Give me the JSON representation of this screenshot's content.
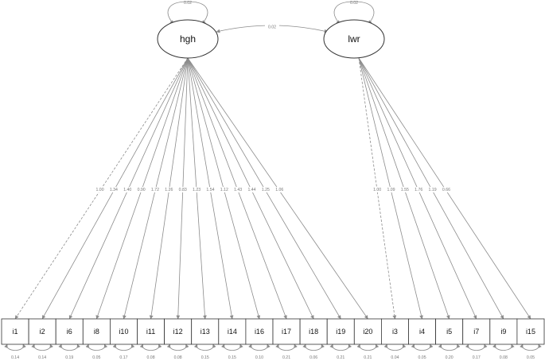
{
  "latents": [
    {
      "id": "hgh",
      "label": "hgh",
      "variance": "0.02"
    },
    {
      "id": "lwr",
      "label": "lwr",
      "variance": "0.02"
    }
  ],
  "covariance": {
    "from": "hgh",
    "to": "lwr",
    "label": "0.02"
  },
  "observed": [
    {
      "label": "i1",
      "factor": "hgh",
      "loading": "1.00",
      "fixed": true,
      "residual": "0.14"
    },
    {
      "label": "i2",
      "factor": "hgh",
      "loading": "1.34",
      "fixed": false,
      "residual": "0.14"
    },
    {
      "label": "i6",
      "factor": "hgh",
      "loading": "1.40",
      "fixed": false,
      "residual": "0.19"
    },
    {
      "label": "i8",
      "factor": "hgh",
      "loading": "0.90",
      "fixed": false,
      "residual": "0.05"
    },
    {
      "label": "i10",
      "factor": "hgh",
      "loading": "1.72",
      "fixed": false,
      "residual": "0.17"
    },
    {
      "label": "i11",
      "factor": "hgh",
      "loading": "1.26",
      "fixed": false,
      "residual": "0.08"
    },
    {
      "label": "i12",
      "factor": "hgh",
      "loading": "0.83",
      "fixed": false,
      "residual": "0.08"
    },
    {
      "label": "i13",
      "factor": "hgh",
      "loading": "1.23",
      "fixed": false,
      "residual": "0.15"
    },
    {
      "label": "i14",
      "factor": "hgh",
      "loading": "1.54",
      "fixed": false,
      "residual": "0.15"
    },
    {
      "label": "i16",
      "factor": "hgh",
      "loading": "1.12",
      "fixed": false,
      "residual": "0.10"
    },
    {
      "label": "i17",
      "factor": "hgh",
      "loading": "1.43",
      "fixed": false,
      "residual": "0.21"
    },
    {
      "label": "i18",
      "factor": "hgh",
      "loading": "1.44",
      "fixed": false,
      "residual": "0.06"
    },
    {
      "label": "i19",
      "factor": "hgh",
      "loading": "1.25",
      "fixed": false,
      "residual": "0.21"
    },
    {
      "label": "i20",
      "factor": "hgh",
      "loading": "1.06",
      "fixed": false,
      "residual": "0.21"
    },
    {
      "label": "i3",
      "factor": "lwr",
      "loading": "1.00",
      "fixed": true,
      "residual": "0.04"
    },
    {
      "label": "i4",
      "factor": "lwr",
      "loading": "1.09",
      "fixed": false,
      "residual": "0.05"
    },
    {
      "label": "i5",
      "factor": "lwr",
      "loading": "1.55",
      "fixed": false,
      "residual": "0.20"
    },
    {
      "label": "i7",
      "factor": "lwr",
      "loading": "1.76",
      "fixed": false,
      "residual": "0.17"
    },
    {
      "label": "i9",
      "factor": "lwr",
      "loading": "1.19",
      "fixed": false,
      "residual": "0.08"
    },
    {
      "label": "i15",
      "factor": "lwr",
      "loading": "0.66",
      "fixed": false,
      "residual": "0.05"
    }
  ],
  "colors": {
    "path": "#8c8c8c",
    "node_stroke": "#333333",
    "label": "#777777"
  }
}
